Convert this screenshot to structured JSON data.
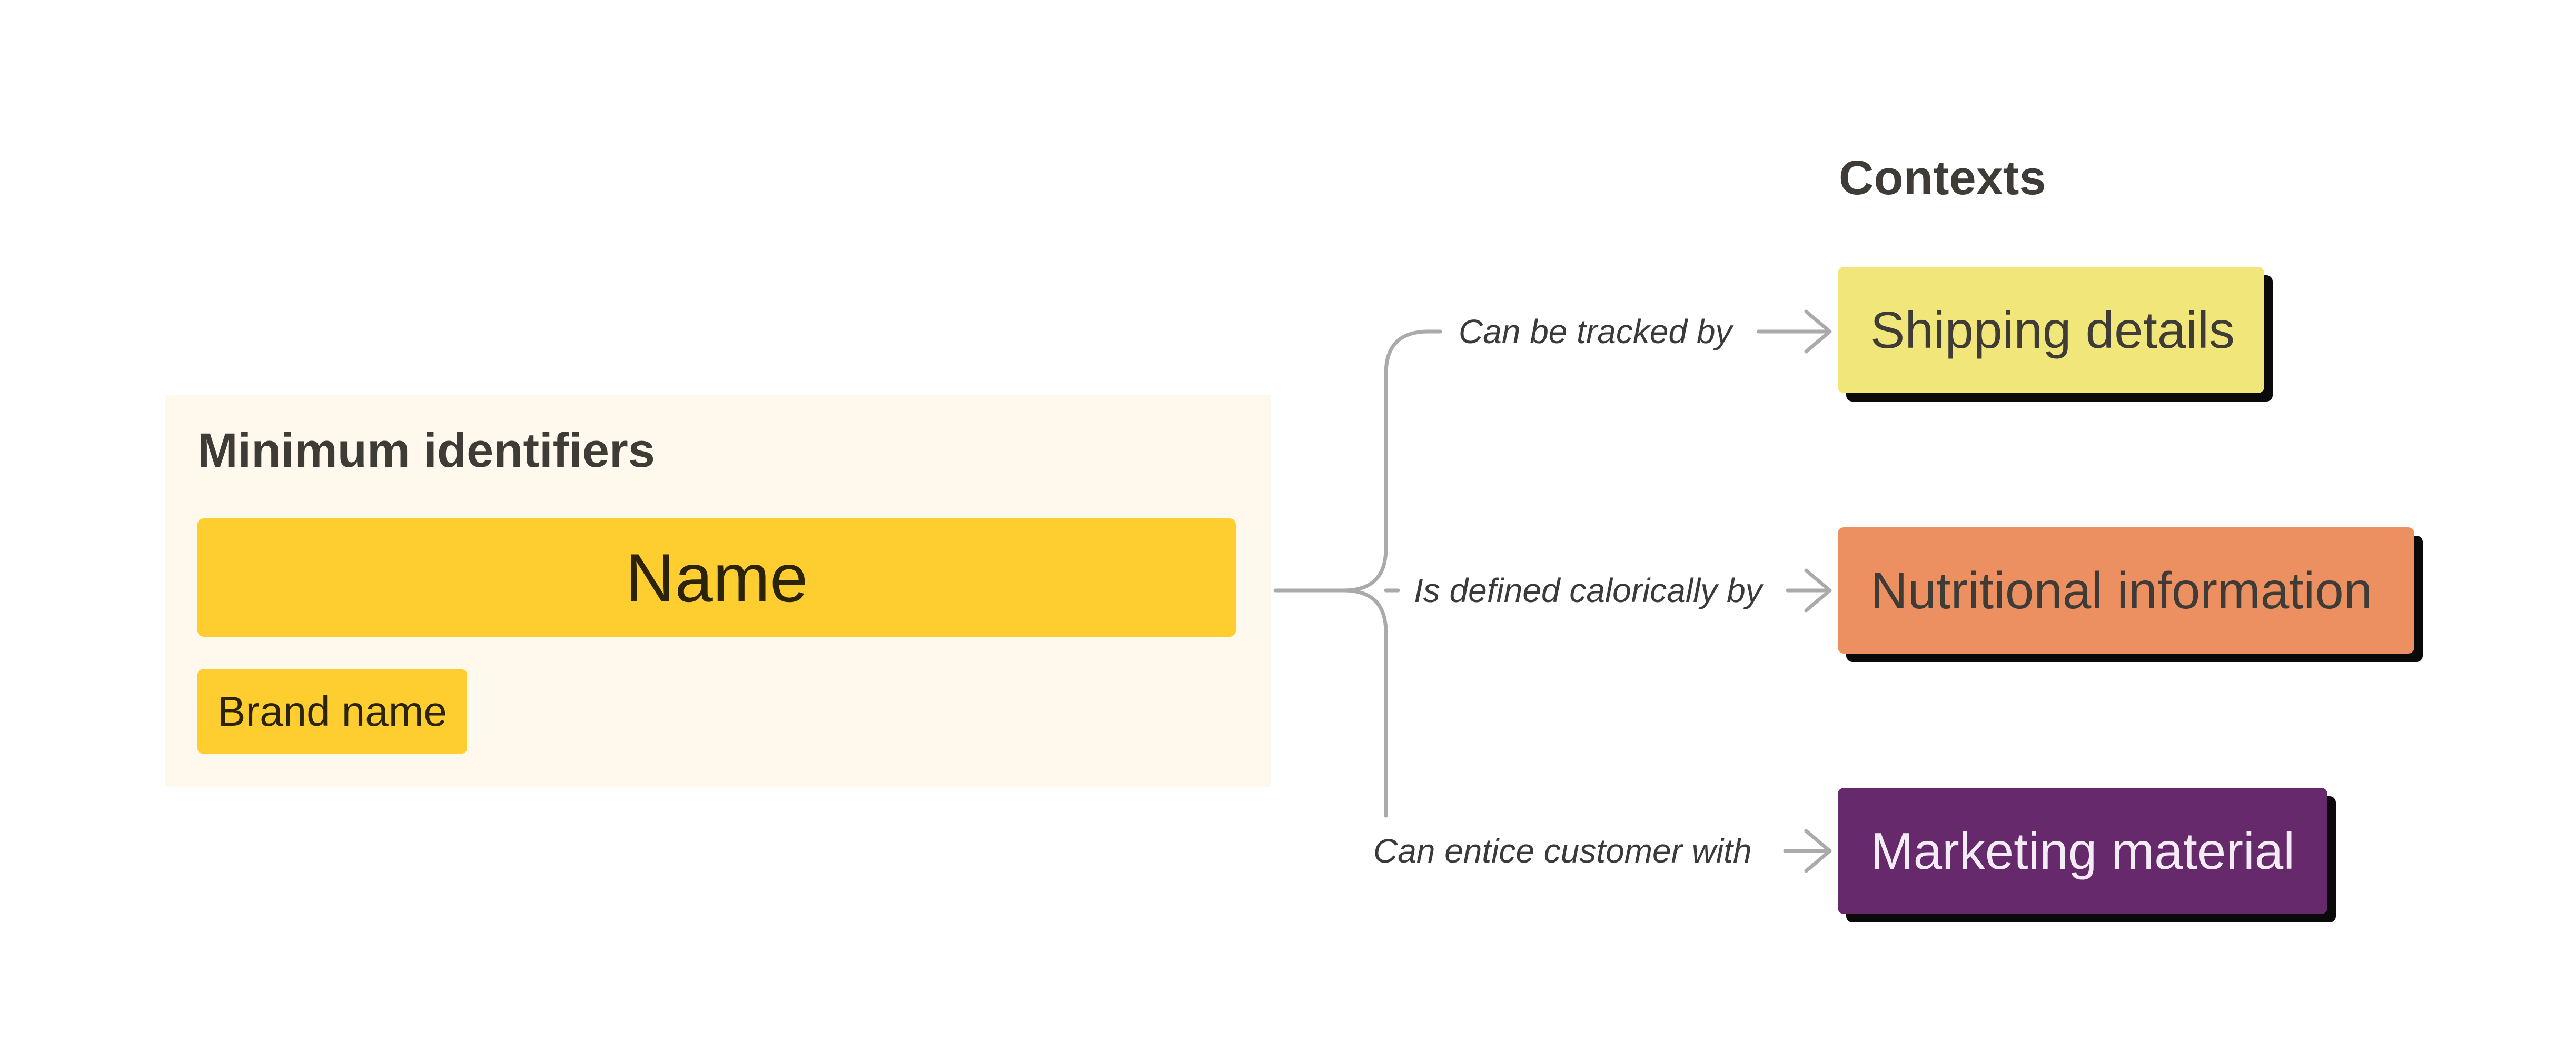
{
  "minimum_identifiers": {
    "title": "Minimum identifiers",
    "primary": "Name",
    "secondary": "Brand name"
  },
  "contexts": {
    "title": "Contexts",
    "items": [
      {
        "relation": "Can be tracked by",
        "label": "Shipping details",
        "color": "#f0e67a"
      },
      {
        "relation": "Is defined calorically by",
        "label": "Nutritional information",
        "color": "#ec8f61"
      },
      {
        "relation": "Can entice customer with",
        "label": "Marketing material",
        "color": "#66296b"
      }
    ]
  },
  "colors": {
    "identifier_chip": "#fecd2f",
    "panel_background": "#fff8ec",
    "connector": "#aaaaaa",
    "shadow": "#0b0a0a"
  }
}
